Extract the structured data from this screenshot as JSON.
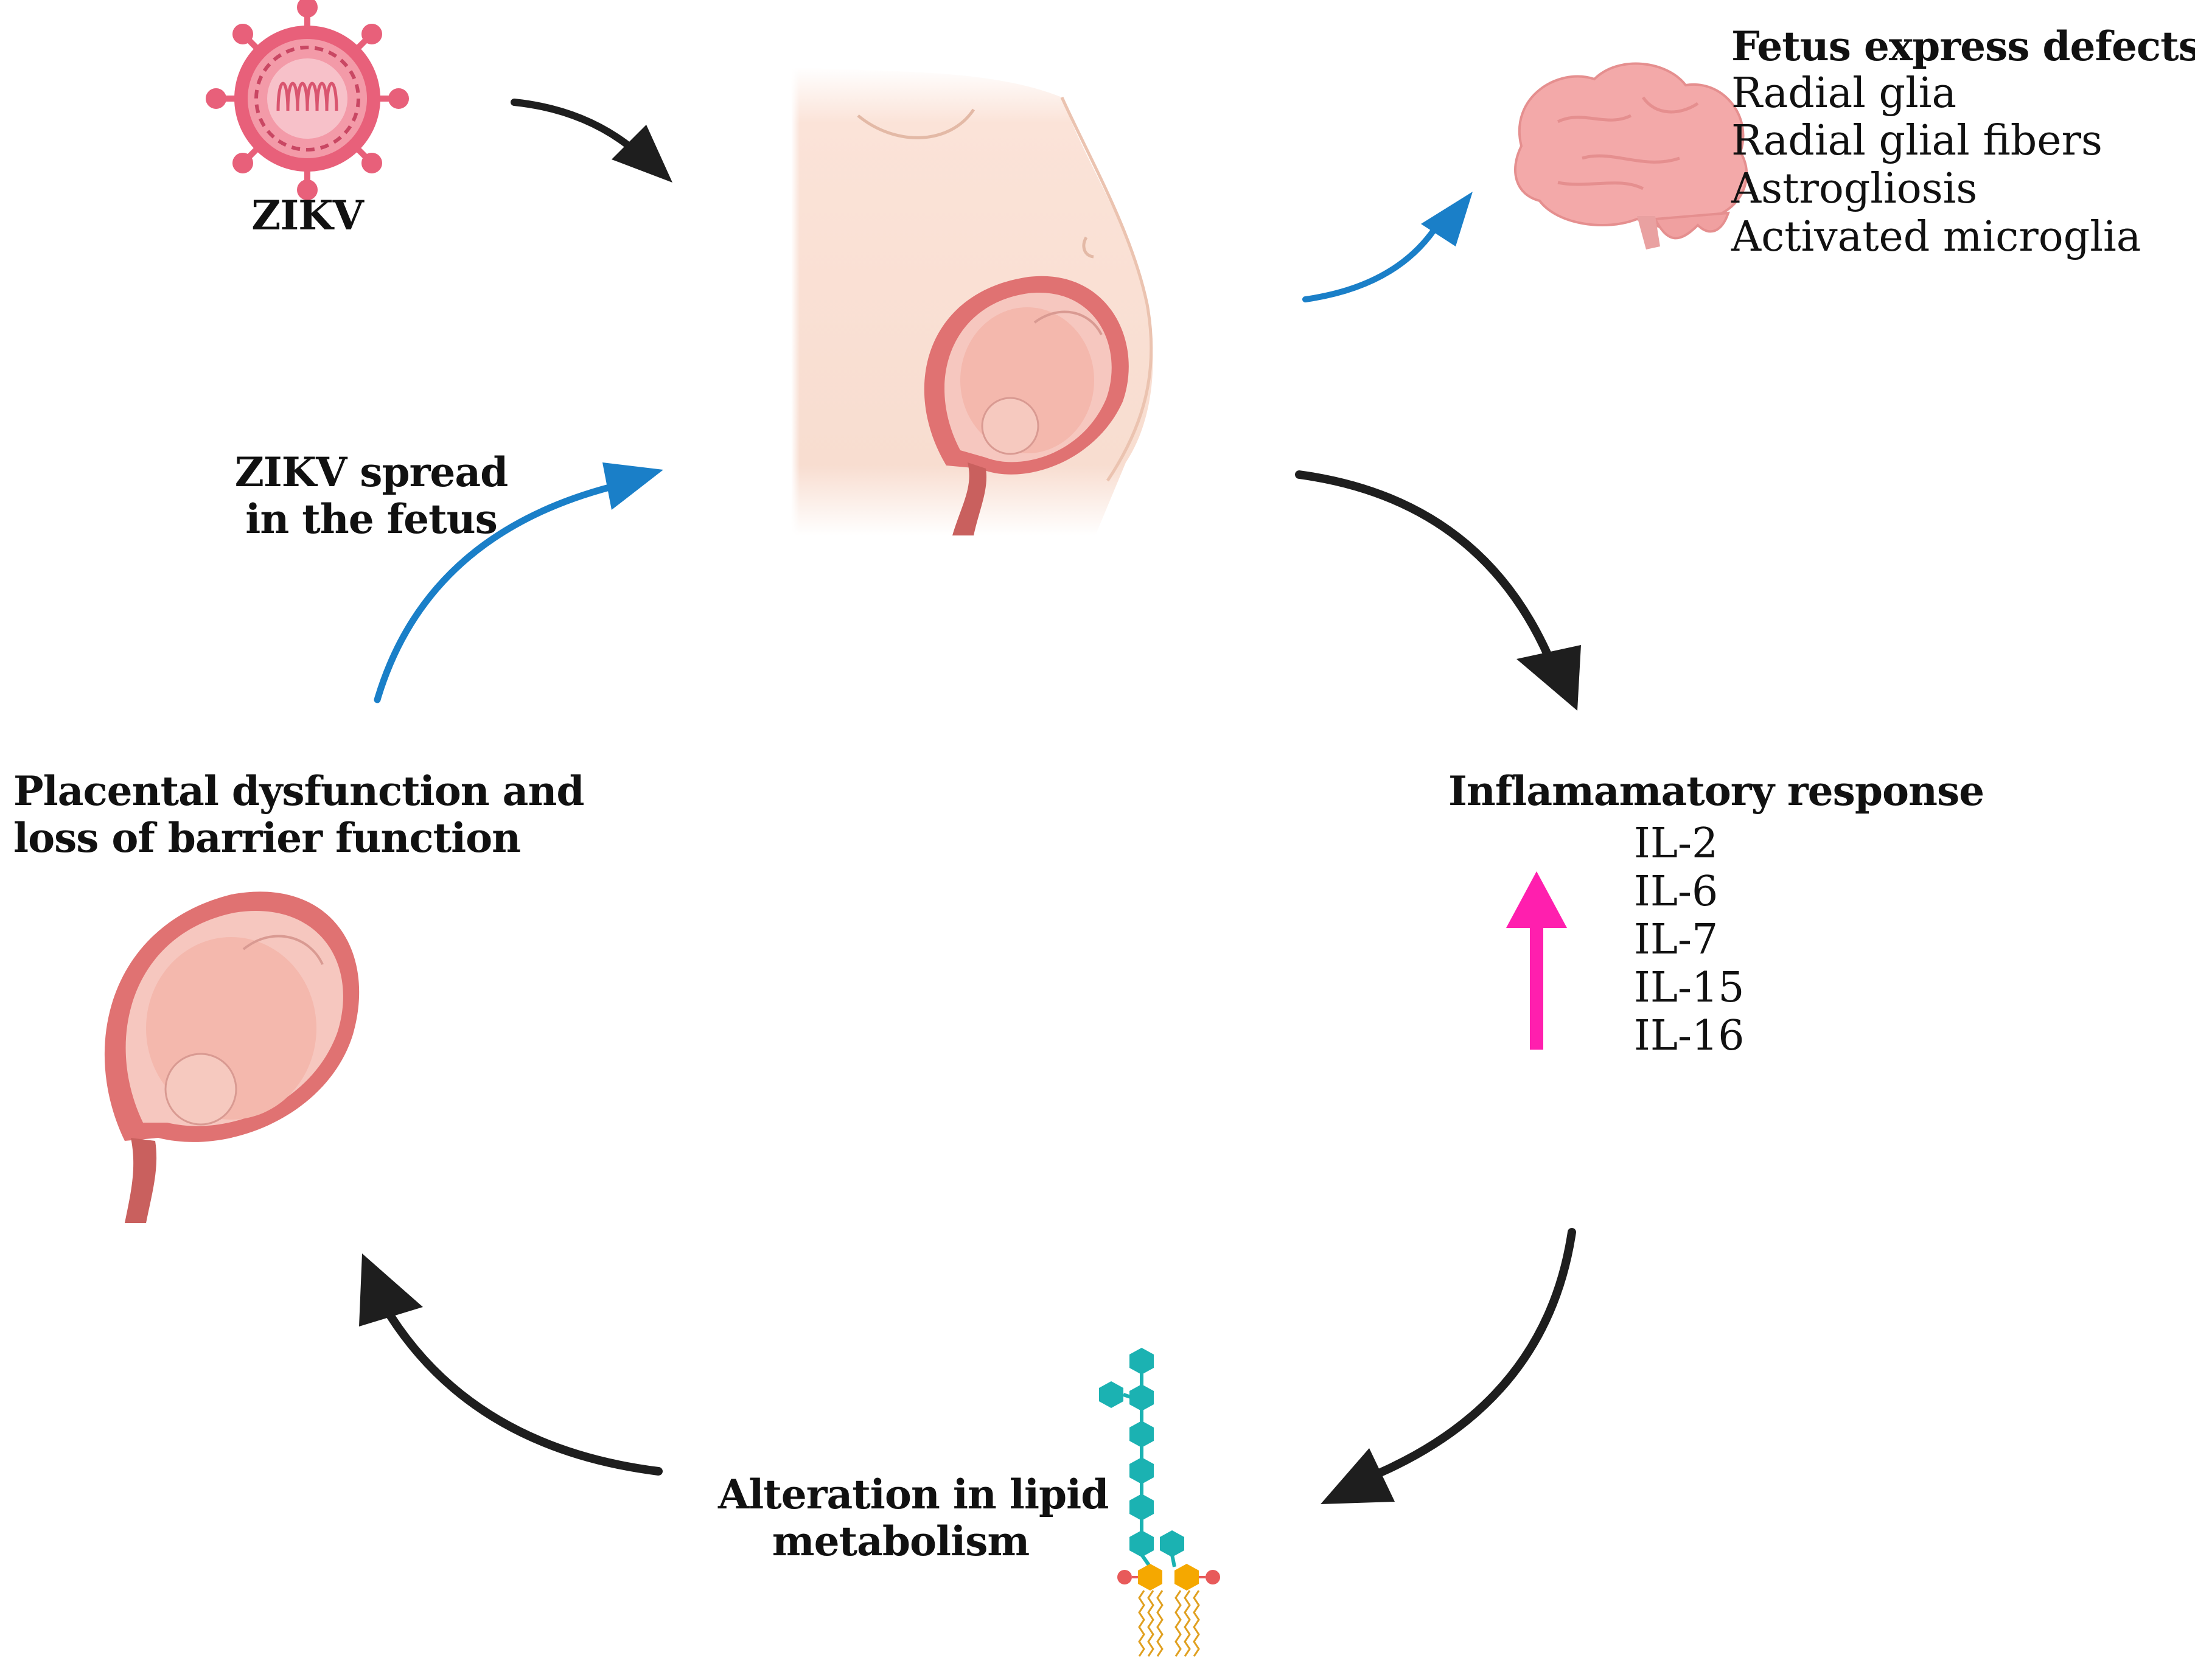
{
  "virus": {
    "label": "ZIKV"
  },
  "spread": {
    "line1": "ZIKV spread",
    "line2": "in the fetus"
  },
  "defects": {
    "title": "Fetus express defects in:",
    "items": [
      "Radial glia",
      "Radial glial fibers",
      "Astrogliosis",
      "Activated microglia"
    ]
  },
  "inflammatory": {
    "title": "Inflamamatory response",
    "items": [
      "IL-2",
      "IL-6",
      "IL-7",
      "IL-15",
      "IL-16"
    ]
  },
  "lipid": {
    "line1": "Alteration in lipid",
    "line2": "metabolism"
  },
  "placenta": {
    "line1": "Placental dysfunction and",
    "line2": "loss of barrier function"
  },
  "colors": {
    "black_arrow": "#1e1e1e",
    "blue_arrow": "#1a7fc8",
    "pink_arrow": "#ff1fae",
    "virus": "#e8607a",
    "skin": "#fbe2d6",
    "uterus": "#e07272",
    "brain": "#f3a9a9",
    "glycan": "#1bb2b2",
    "phosphate_head": "#f5a800"
  }
}
